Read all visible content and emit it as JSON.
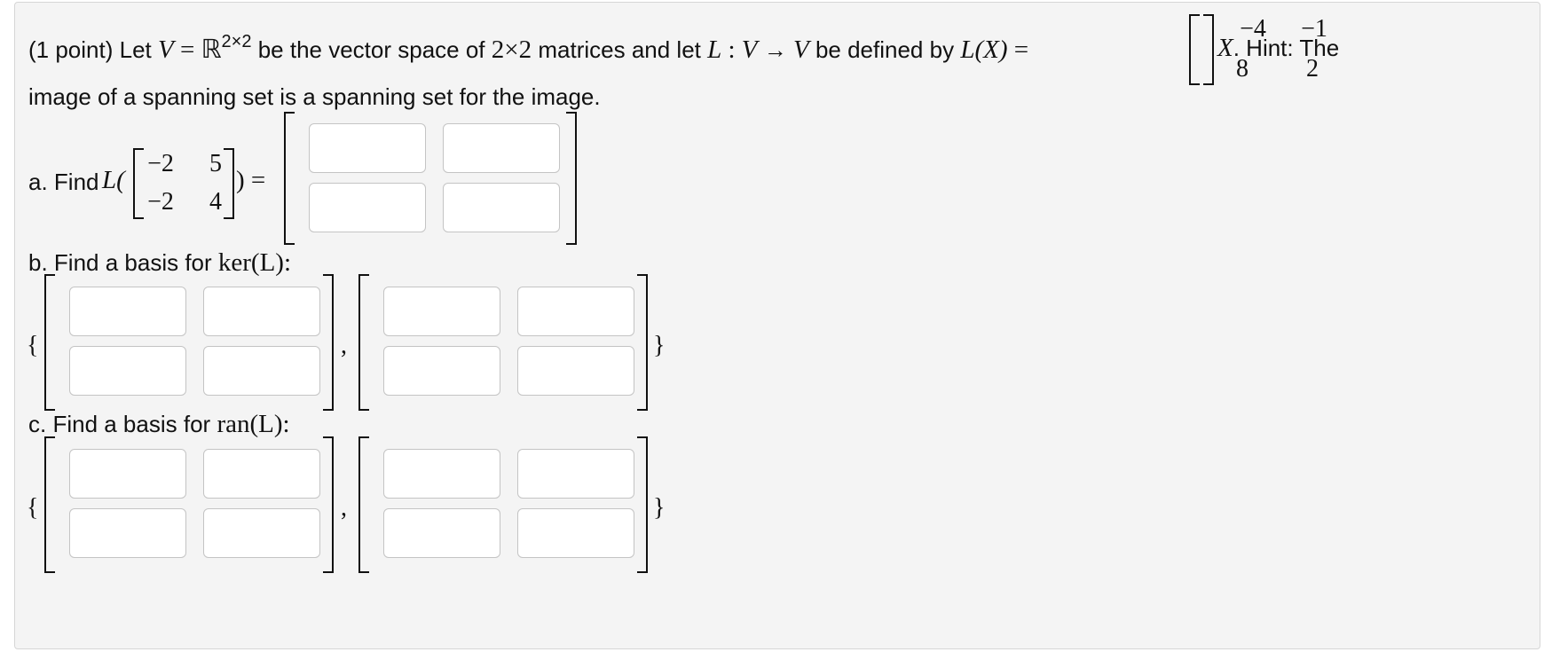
{
  "question": {
    "points": "(1 point)",
    "let": "Let",
    "V": "V",
    "eq": "=",
    "R": "ℝ",
    "R_sup": "2×2",
    "text_vs": "be the vector space of",
    "two1": "2",
    "times": "×",
    "two2": "2",
    "text_matrices": "matrices and let",
    "L": "L",
    "colon": ":",
    "V2": "V",
    "arrow": "→",
    "V3": "V",
    "text_defined": "be defined by",
    "LX": "L(X)",
    "eq2": "=",
    "matrix_A": [
      "−4",
      "−1",
      "8",
      "2"
    ],
    "X": "X",
    "period_hint": ". Hint: The",
    "line2": "image of a spanning set is a spanning set for the image."
  },
  "part_a": {
    "label": "a. Find",
    "L_open": "L(",
    "matrix": [
      "−2",
      "5",
      "−2",
      "4"
    ],
    "close_eq": ") =",
    "answers": [
      "",
      "",
      "",
      ""
    ]
  },
  "part_b": {
    "label": "b. Find a basis for",
    "func": "ker(L)",
    "colon": ":",
    "brace_open": "{",
    "comma": ",",
    "brace_close": "}",
    "answers": [
      "",
      "",
      "",
      "",
      "",
      "",
      "",
      ""
    ]
  },
  "part_c": {
    "label": "c. Find a basis for",
    "func": "ran(L)",
    "colon": ":",
    "brace_open": "{",
    "comma": ",",
    "brace_close": "}",
    "answers": [
      "",
      "",
      "",
      "",
      "",
      "",
      "",
      ""
    ]
  }
}
